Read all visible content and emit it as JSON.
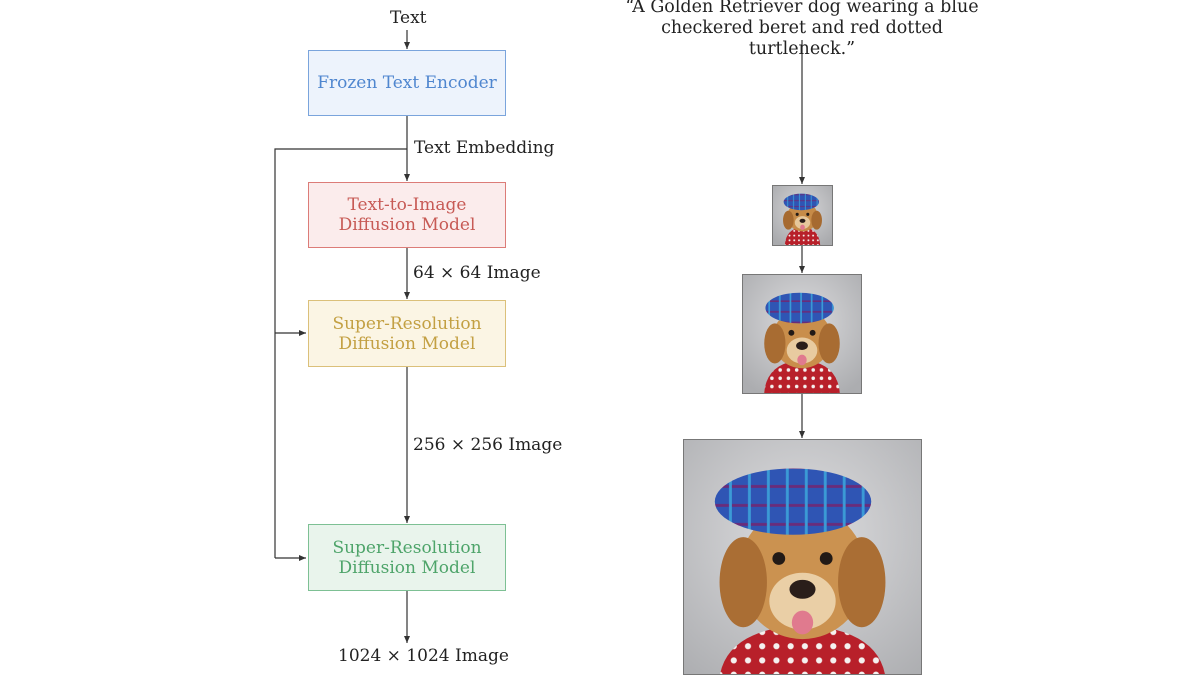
{
  "pipeline": {
    "input_label": "Text",
    "encoder_label": "Frozen Text Encoder",
    "embedding_label": "Text Embedding",
    "t2i_label": "Text-to-Image\nDiffusion Model",
    "image64_label": "64 × 64 Image",
    "sr1_label": "Super-Resolution\nDiffusion Model",
    "image256_label": "256 × 256 Image",
    "sr2_label": "Super-Resolution\nDiffusion Model",
    "output_label": "1024 × 1024 Image"
  },
  "example": {
    "prompt": "“A Golden Retriever dog wearing a blue checkered beret and red dotted turtleneck.”",
    "images": [
      {
        "name": "dog-64"
      },
      {
        "name": "dog-256"
      },
      {
        "name": "dog-1024"
      }
    ]
  },
  "colors": {
    "encoder": "#4f86cf",
    "t2i": "#c75a55",
    "sr1": "#c3a043",
    "sr2": "#4ea46a",
    "arrow": "#333333"
  }
}
